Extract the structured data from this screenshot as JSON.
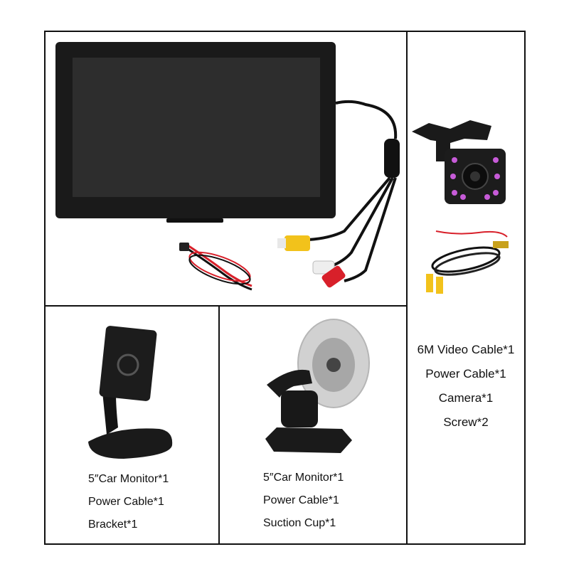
{
  "panels": {
    "monitor_set": {
      "items": [
        "5″Car Monitor*1",
        "Power Cable*1",
        "Bracket*1"
      ]
    },
    "suction_set": {
      "items": [
        "5″Car Monitor*1",
        "Power Cable*1",
        "Suction Cup*1"
      ]
    },
    "camera_set": {
      "items": [
        "6M Video Cable*1",
        "Power Cable*1",
        "Camera*1",
        "Screw*2"
      ]
    }
  },
  "colors": {
    "border": "#111111",
    "monitor_body": "#1a1a1a",
    "screen": "#2b2b2b",
    "rca_yellow": "#f2c21b",
    "rca_red": "#d8202a",
    "led_pink": "#c75bd8"
  }
}
